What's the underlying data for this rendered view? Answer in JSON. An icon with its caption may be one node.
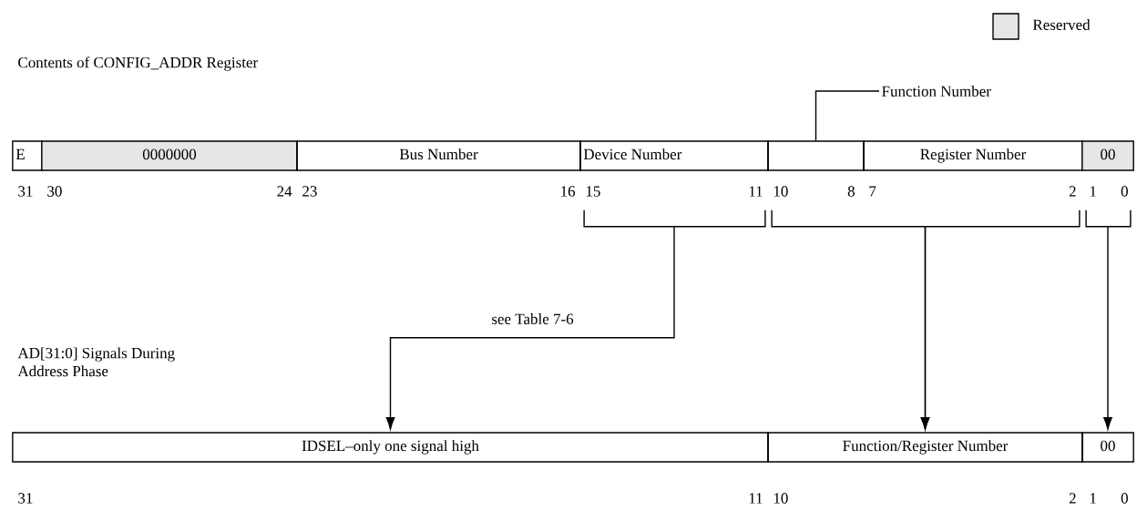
{
  "diagram": {
    "nodes": [
      {
        "text": [
          "E"
        ]
      },
      {
        "text": [
          "0000000"
        ]
      },
      {
        "text": [
          "Bus Number"
        ]
      },
      {
        "text": [
          "Device Number"
        ]
      },
      {
        "text": [],
        "shape": "box"
      },
      {
        "text": [
          "Register Number"
        ]
      },
      {
        "text": [
          "00"
        ]
      },
      {
        "text": [
          "Function Number"
        ]
      },
      {
        "text": [
          "IDSEL–only one signal high"
        ]
      },
      {
        "text": [
          "Function/Register Number"
        ]
      },
      {
        "text": [
          "00"
        ]
      }
    ],
    "edges": [
      {
        "from": 7,
        "to": 4,
        "arrow": "none"
      },
      {
        "from": 3,
        "to": 8,
        "arrow": "to",
        "label": "see Table 7-6"
      },
      {
        "from": 4,
        "to": 9,
        "arrow": "to"
      },
      {
        "from": 5,
        "to": 9,
        "arrow": "to"
      },
      {
        "from": 6,
        "to": 10,
        "arrow": "to"
      }
    ],
    "labels": [
      "Contents of CONFIG_ADDR Register",
      "AD[31:0] Signals During Address Phase",
      "31",
      "30",
      "24",
      "23",
      "16",
      "15",
      "11",
      "10",
      "8",
      "7",
      "2",
      "1",
      "0",
      "31",
      "11",
      "10",
      "2",
      "1",
      "0"
    ],
    "legend": [
      {
        "text": "Reserved",
        "color": "#e6e6e6"
      }
    ]
  }
}
